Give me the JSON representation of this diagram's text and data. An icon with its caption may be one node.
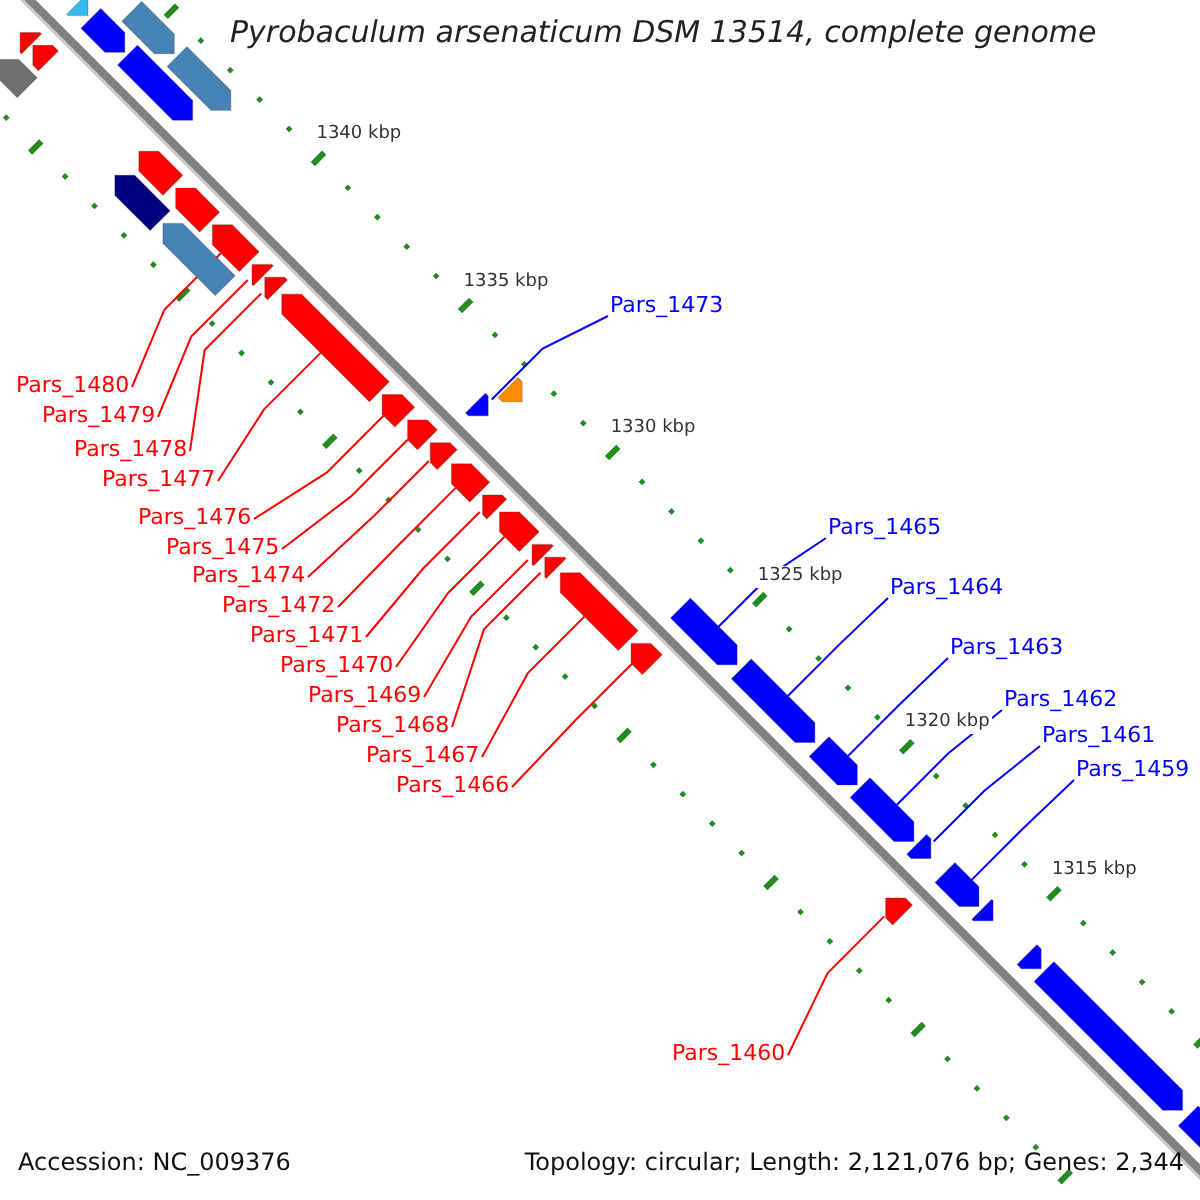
{
  "diagram": {
    "title": "Pyrobaculum arsenaticum DSM 13514, complete genome",
    "nodes": [
      {
        "text": [
          "Pars_1473"
        ]
      },
      {
        "text": [],
        "shape": "arrow"
      },
      {
        "text": [
          "Pars_1480"
        ]
      },
      {
        "text": [],
        "shape": "arrow"
      },
      {
        "text": [
          "Pars_1479"
        ]
      },
      {
        "text": [],
        "shape": "arrow"
      },
      {
        "text": [
          "Pars_1478"
        ]
      },
      {
        "text": [],
        "shape": "arrow"
      },
      {
        "text": [
          "Pars_1477"
        ]
      },
      {
        "text": [],
        "shape": "arrow"
      },
      {
        "text": [
          "Pars_1476"
        ]
      },
      {
        "text": [],
        "shape": "arrow"
      },
      {
        "text": [
          "Pars_1465"
        ]
      },
      {
        "text": [],
        "shape": "arrow"
      },
      {
        "text": [
          "Pars_1475"
        ]
      },
      {
        "text": [],
        "shape": "arrow"
      },
      {
        "text": [
          "Pars_1474"
        ]
      },
      {
        "text": [],
        "shape": "arrow"
      },
      {
        "text": [
          "Pars_1464"
        ]
      },
      {
        "text": [],
        "shape": "arrow"
      },
      {
        "text": [
          "Pars_1472"
        ]
      },
      {
        "text": [],
        "shape": "arrow"
      },
      {
        "text": [
          "Pars_1471"
        ]
      },
      {
        "text": [],
        "shape": "arrow"
      },
      {
        "text": [
          "Pars_1463"
        ]
      },
      {
        "text": [],
        "shape": "arrow"
      },
      {
        "text": [
          "Pars_1470"
        ]
      },
      {
        "text": [],
        "shape": "arrow"
      },
      {
        "text": [
          "Pars_1469"
        ]
      },
      {
        "text": [],
        "shape": "arrow"
      },
      {
        "text": [
          "Pars_1462"
        ]
      },
      {
        "text": [],
        "shape": "arrow"
      },
      {
        "text": [
          "Pars_1468"
        ]
      },
      {
        "text": [],
        "shape": "arrow"
      },
      {
        "text": [
          "Pars_1461"
        ]
      },
      {
        "text": [],
        "shape": "arrow"
      },
      {
        "text": [
          "Pars_1467"
        ]
      },
      {
        "text": [],
        "shape": "arrow"
      },
      {
        "text": [
          "Pars_1459"
        ]
      },
      {
        "text": [],
        "shape": "arrow"
      },
      {
        "text": [
          "Pars_1466"
        ]
      },
      {
        "text": [],
        "shape": "arrow"
      },
      {
        "text": [
          "Pars_1460"
        ]
      },
      {
        "text": [],
        "shape": "arrow"
      },
      {
        "text": [],
        "shape": "arrow"
      },
      {
        "text": [],
        "shape": "arrow"
      },
      {
        "text": [],
        "shape": "arrow"
      },
      {
        "text": [],
        "shape": "arrow"
      },
      {
        "text": [],
        "shape": "arrow"
      },
      {
        "text": [],
        "shape": "arrow"
      },
      {
        "text": [],
        "shape": "arrow"
      },
      {
        "text": [],
        "shape": "arrow"
      },
      {
        "text": [],
        "shape": "arrow"
      },
      {
        "text": [],
        "shape": "arrow"
      },
      {
        "text": [],
        "shape": "arrow"
      },
      {
        "text": [],
        "shape": "arrow"
      },
      {
        "text": [],
        "shape": "arrow"
      },
      {
        "text": [],
        "shape": "arrow"
      },
      {
        "text": [],
        "shape": "arrow"
      },
      {
        "text": [],
        "shape": "arrow"
      },
      {
        "text": [],
        "shape": "arrow"
      }
    ],
    "edges": [
      {
        "from": 0,
        "to": 1,
        "arrow": "none",
        "color": "#0000ff"
      },
      {
        "from": 2,
        "to": 3,
        "arrow": "none"
      },
      {
        "from": 4,
        "to": 5,
        "arrow": "none"
      },
      {
        "from": 6,
        "to": 7,
        "arrow": "none"
      },
      {
        "from": 8,
        "to": 9,
        "arrow": "none"
      },
      {
        "from": 10,
        "to": 11,
        "arrow": "none"
      },
      {
        "from": 12,
        "to": 13,
        "arrow": "none",
        "color": "#0000ff"
      },
      {
        "from": 14,
        "to": 15,
        "arrow": "none"
      },
      {
        "from": 16,
        "to": 17,
        "arrow": "none"
      },
      {
        "from": 18,
        "to": 19,
        "arrow": "none",
        "color": "#0000ff"
      },
      {
        "from": 20,
        "to": 21,
        "arrow": "none"
      },
      {
        "from": 22,
        "to": 23,
        "arrow": "none"
      },
      {
        "from": 24,
        "to": 25,
        "arrow": "none",
        "color": "#0000ff"
      },
      {
        "from": 26,
        "to": 27,
        "arrow": "none"
      },
      {
        "from": 28,
        "to": 29,
        "arrow": "none"
      },
      {
        "from": 30,
        "to": 31,
        "arrow": "none",
        "color": "#0000ff"
      },
      {
        "from": 32,
        "to": 33,
        "arrow": "none"
      },
      {
        "from": 34,
        "to": 35,
        "arrow": "none",
        "color": "#0000ff"
      },
      {
        "from": 36,
        "to": 37,
        "arrow": "none"
      },
      {
        "from": 38,
        "to": 39,
        "arrow": "none",
        "color": "#0000ff"
      },
      {
        "from": 40,
        "to": 41,
        "arrow": "none"
      },
      {
        "from": 42,
        "to": 43,
        "arrow": "none"
      }
    ],
    "labels": [
      "1340 kbp",
      "1335 kbp",
      "1330 kbp",
      "1325 kbp",
      "1320 kbp",
      "1315 kbp",
      "Accession: NC_009376",
      "Topology: circular; Length: 2,121,076 bp; Genes: 2,344"
    ]
  }
}
